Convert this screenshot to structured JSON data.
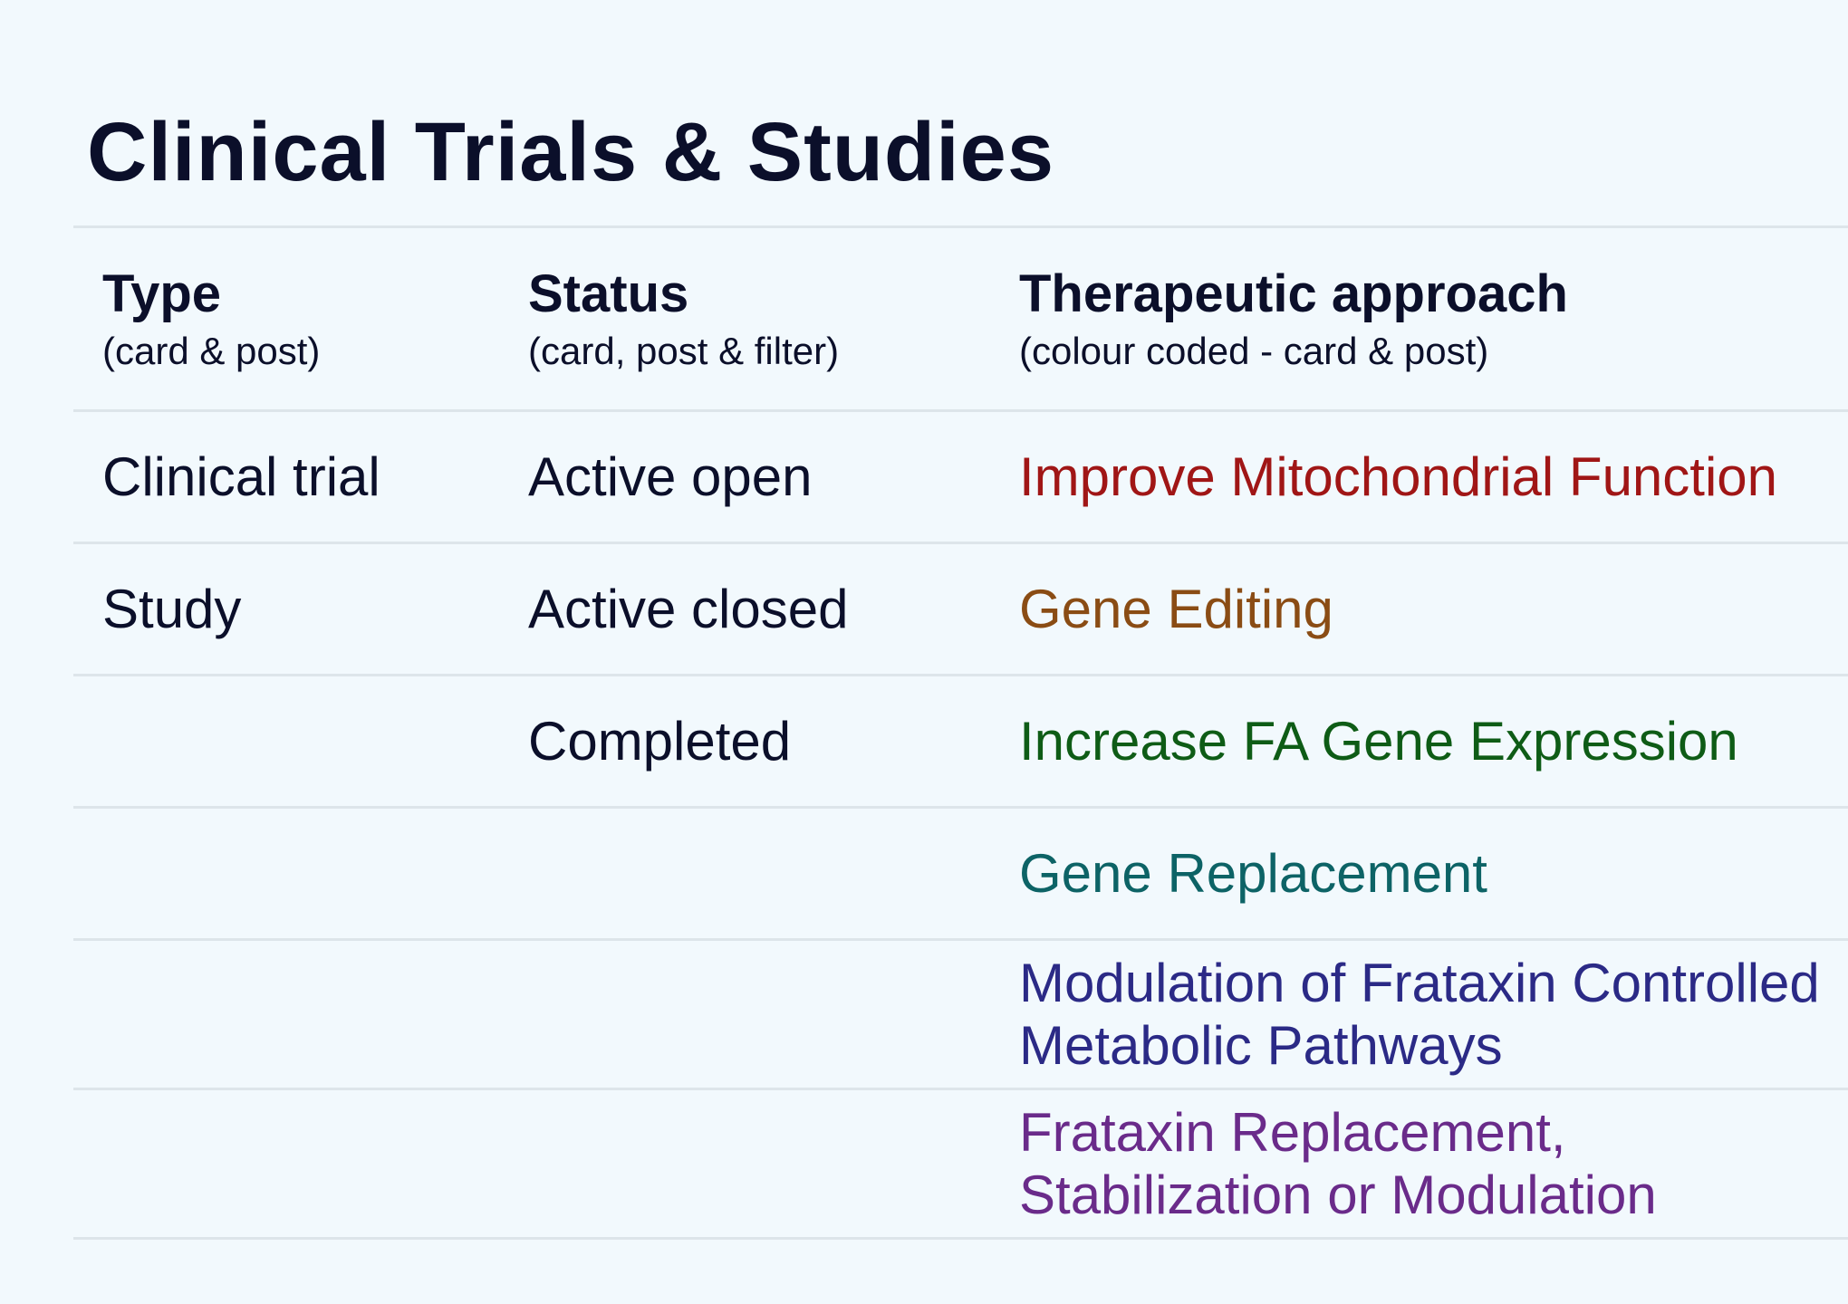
{
  "title": "Clinical Trials & Studies",
  "headers": [
    {
      "label": "Type",
      "sub": "(card & post)"
    },
    {
      "label": "Status",
      "sub": "(card, post & filter)"
    },
    {
      "label": "Therapeutic approach",
      "sub": "(colour coded - card & post)"
    }
  ],
  "types": [
    "Clinical trial",
    "Study"
  ],
  "statuses": [
    "Active open",
    "Active closed",
    "Completed"
  ],
  "approaches": [
    {
      "label": "Improve Mitochondrial Function",
      "color": "#a01616"
    },
    {
      "label": "Gene Editing",
      "color": "#8a4c14"
    },
    {
      "label": "Increase FA Gene Expression",
      "color": "#0e5c16"
    },
    {
      "label": "Gene Replacement",
      "color": "#0d6366"
    },
    {
      "label": "Modulation of Frataxin Controlled Metabolic Pathways",
      "color": "#2b2a86"
    },
    {
      "label": "Frataxin Replacement, Stabilization or Modulation",
      "color": "#6a2b8a"
    }
  ]
}
